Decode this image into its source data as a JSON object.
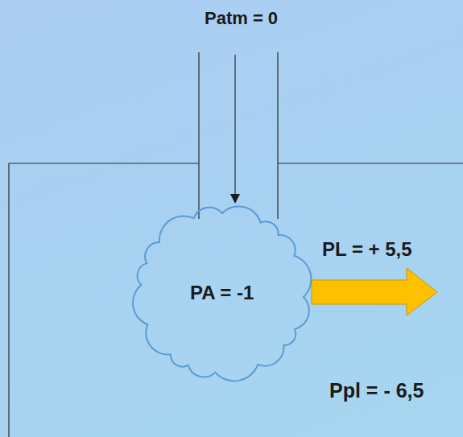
{
  "diagram": {
    "nodes": [
      {
        "text": [
          "Ppl = - 6,5"
        ]
      },
      {
        "text": [
          "PA = -1"
        ],
        "in": 0
      }
    ],
    "labels": [
      "Patm = 0",
      "PL = + 5,5"
    ]
  }
}
